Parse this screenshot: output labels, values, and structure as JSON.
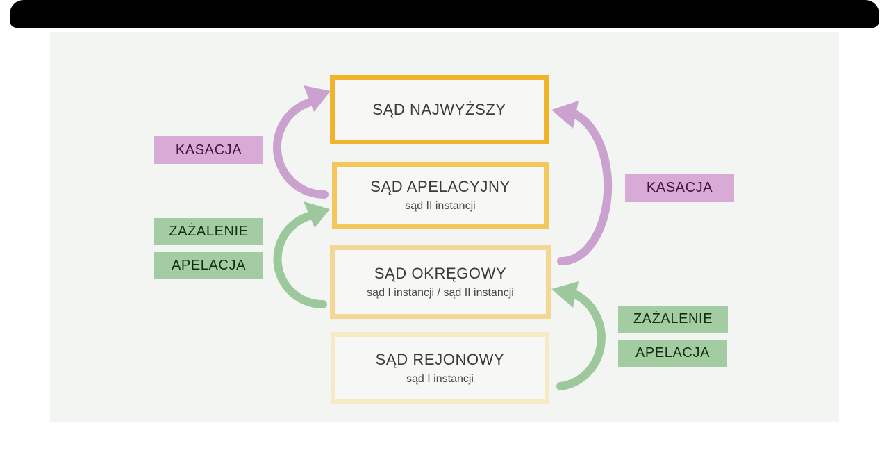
{
  "diagram_title": "Polish court system instances and appeal paths",
  "top_bar": {
    "color": "#000000"
  },
  "panel": {
    "background": "#f3f5f2"
  },
  "courts": [
    {
      "title": "SĄD NAJWYŻSZY",
      "subtitle": "",
      "border_color": "#f0b42c"
    },
    {
      "title": "SĄD APELACYJNY",
      "subtitle": "sąd II instancji",
      "border_color": "#f3c75b"
    },
    {
      "title": "SĄD OKRĘGOWY",
      "subtitle": "sąd I instancji  /  sąd II instancji",
      "border_color": "#f4d795"
    },
    {
      "title": "SĄD REJONOWY",
      "subtitle": "sąd I instancji",
      "border_color": "#f8e9c6"
    }
  ],
  "labels": {
    "left": [
      {
        "text": "KASACJA"
      },
      {
        "text": "ZAŻALENIE"
      },
      {
        "text": "APELACJA"
      }
    ],
    "right": [
      {
        "text": "KASACJA"
      },
      {
        "text": "ZAŻALENIE"
      },
      {
        "text": "APELACJA"
      }
    ]
  },
  "colors": {
    "label_purple_bg": "#d8abd6",
    "label_purple_text": "#3f1539",
    "label_green_bg": "#a4cca2",
    "label_green_text": "#12300f",
    "arrow_purple": "#cba2cf",
    "arrow_green": "#9cc89b",
    "box_fill": "#f7f8f5",
    "title_text": "#3b3b3b"
  }
}
